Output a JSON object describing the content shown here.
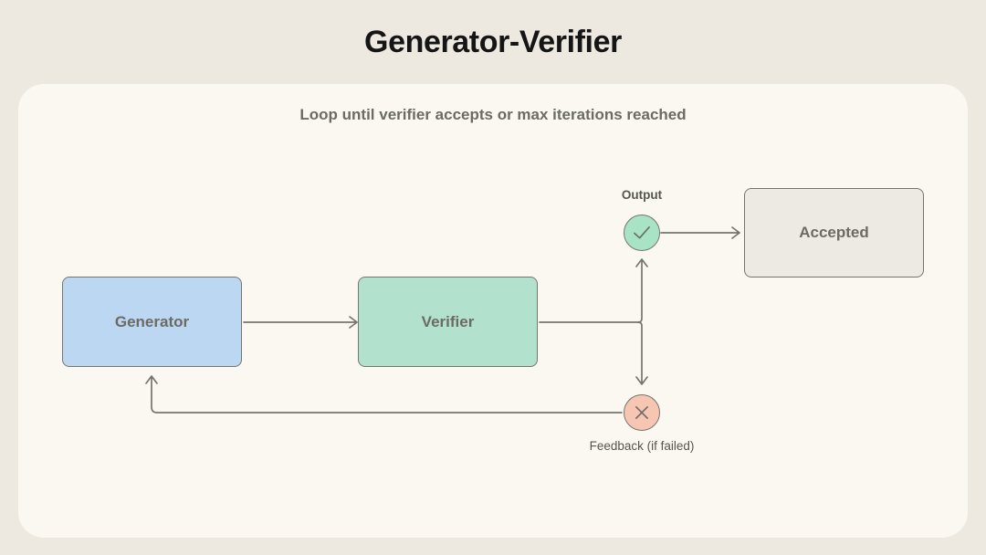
{
  "title": "Generator-Verifier",
  "subtitle": "Loop until verifier accepts or max iterations reached",
  "nodes": {
    "generator": {
      "label": "Generator",
      "fill": "#BCD7F2"
    },
    "verifier": {
      "label": "Verifier",
      "fill": "#B2E2CD"
    },
    "accepted": {
      "label": "Accepted",
      "fill": "#ECEAE2"
    }
  },
  "decision": {
    "accept": {
      "label": "Output",
      "icon": "check-icon",
      "fill": "#A9E3C6"
    },
    "reject": {
      "label": "Feedback (if failed)",
      "icon": "cross-icon",
      "fill": "#F6C6B2"
    }
  },
  "colors": {
    "page_bg": "#EDE9E1",
    "panel_bg": "#FAF8F1",
    "line": "#75756E",
    "title_text": "#151515",
    "muted_text": "#6B6B64",
    "small_text": "#55554F"
  }
}
